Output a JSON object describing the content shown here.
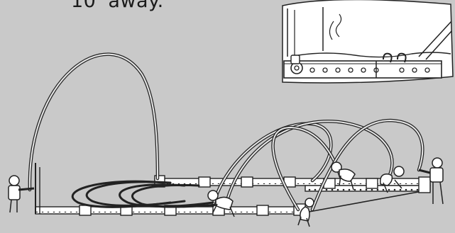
{
  "caption": {
    "text": "10' away."
  },
  "illustration": {
    "inset": {
      "kind": "detail-view-hooks-on-rail"
    },
    "figures": [
      "person-left",
      "person-right",
      "person-crouching-front",
      "person-crouching-back-left",
      "person-crouching-back-right"
    ],
    "arches_count": 4
  }
}
